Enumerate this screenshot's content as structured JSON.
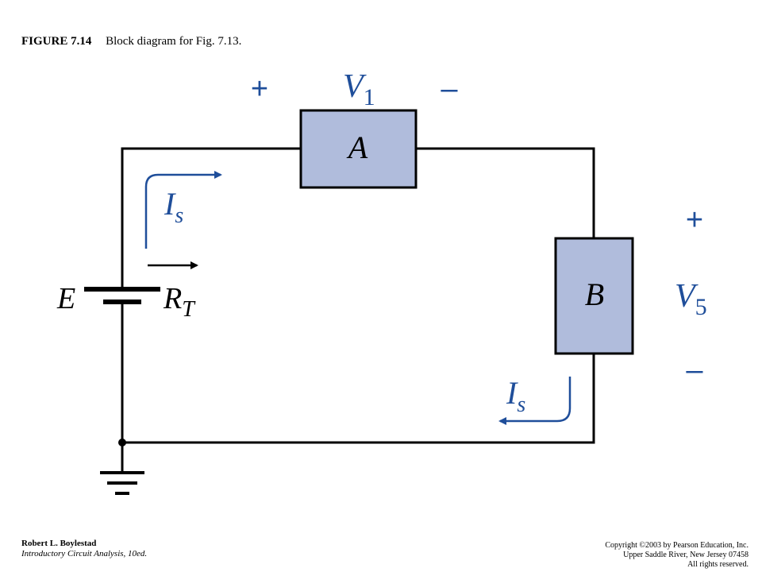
{
  "caption": {
    "figure_number": "FIGURE 7.14",
    "title": "Block diagram for Fig. 7.13."
  },
  "diagram": {
    "wire_color": "#000000",
    "accent_color": "#1f4e9a",
    "block_fill": "#b0bcdc",
    "blocks": {
      "a": "A",
      "b": "B"
    },
    "voltage_v1": {
      "symbol": "V",
      "subscript": "1",
      "plus": "+",
      "minus": "–"
    },
    "voltage_v5": {
      "symbol": "V",
      "subscript": "5",
      "plus": "+",
      "minus": "–"
    },
    "source": {
      "label": "E",
      "rt_symbol": "R",
      "rt_subscript": "T"
    },
    "current_top": {
      "symbol": "I",
      "subscript": "s"
    },
    "current_bottom": {
      "symbol": "I",
      "subscript": "s"
    }
  },
  "footer": {
    "author": "Robert L. Boylestad",
    "book": "Introductory Circuit Analysis, 10ed.",
    "copyright_line1": "Copyright ©2003 by Pearson Education, Inc.",
    "copyright_line2": "Upper Saddle River, New Jersey 07458",
    "copyright_line3": "All rights reserved."
  }
}
